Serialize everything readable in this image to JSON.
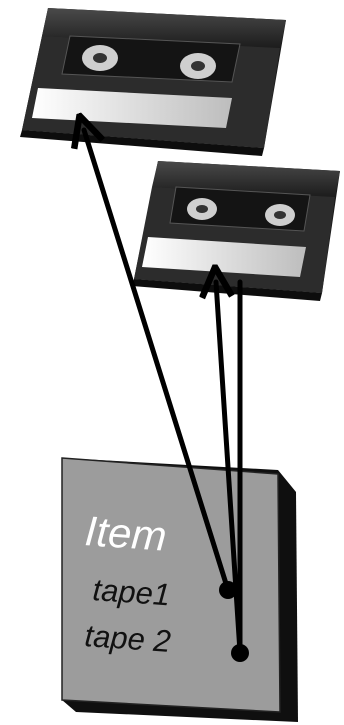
{
  "diagram": {
    "item_title": "Item",
    "fields": [
      {
        "label": "tape1"
      },
      {
        "label": "tape 2"
      }
    ],
    "tapes": [
      {
        "icon": "vhs-cassette-icon"
      },
      {
        "icon": "vhs-cassette-icon"
      }
    ],
    "colors": {
      "card_fill": "#9c9c9c",
      "card_shadow": "#111111",
      "text": "#ffffff",
      "field_text": "#111111",
      "arrow": "#000000",
      "tape_body": "#2b2b2b",
      "tape_label": "#d9d9d9"
    }
  }
}
